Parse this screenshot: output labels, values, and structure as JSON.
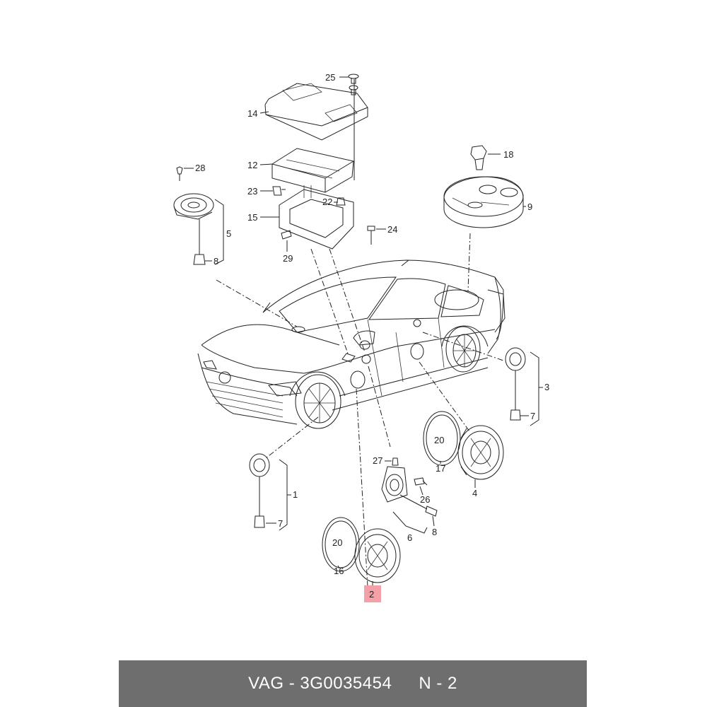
{
  "callouts": {
    "c1": "1",
    "c2": "2",
    "c3": "3",
    "c4": "4",
    "c5": "5",
    "c6": "6",
    "c7a": "7",
    "c7b": "7",
    "c8a": "8",
    "c8b": "8",
    "c9": "9",
    "c12": "12",
    "c14": "14",
    "c15": "15",
    "c16": "16",
    "c17": "17",
    "c18": "18",
    "c20a": "20",
    "c20b": "20",
    "c22": "22",
    "c23": "23",
    "c24": "24",
    "c25": "25",
    "c26": "26",
    "c27": "27",
    "c28": "28",
    "c29": "29"
  },
  "highlight_color": "#f4a0a8",
  "footer": {
    "part_number": "VAG - 3G0035454",
    "position": "N - 2"
  }
}
